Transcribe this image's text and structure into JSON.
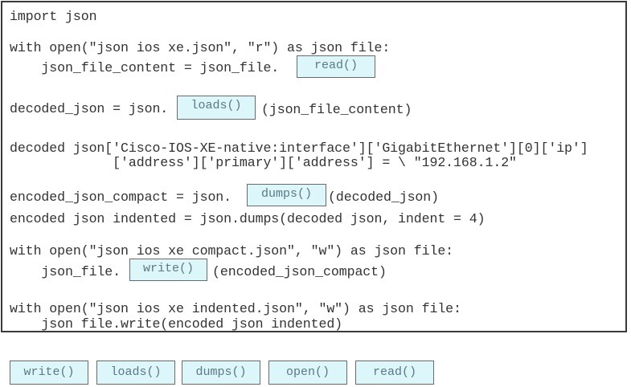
{
  "code_lines": [
    "import json",
    "with open(\"json ios xe.json\", \"r\") as json file:",
    "    json_file_content = json_file.",
    "decoded_json = json.",
    "(json_file_content)",
    "decoded json['Cisco-IOS-XE-native:interface']['GigabitEthernet'][0]['ip']",
    "             ['address']['primary']['address'] = \\ \"192.168.1.2\"",
    "encoded_json_compact = json.",
    "(decoded_json)",
    "encoded json indented = json.dumps(decoded json, indent = 4)",
    "with open(\"json ios xe compact.json\", \"w\") as json file:",
    "    json_file.",
    "(encoded_json_compact)",
    "with open(\"json ios xe indented.json\", \"w\") as json file:",
    "    json file.write(encoded json indented)"
  ],
  "drop_targets": [
    "read()",
    "loads()",
    "dumps()",
    "write()"
  ],
  "options": [
    "write()",
    "loads()",
    "dumps()",
    "open()",
    "read()"
  ]
}
